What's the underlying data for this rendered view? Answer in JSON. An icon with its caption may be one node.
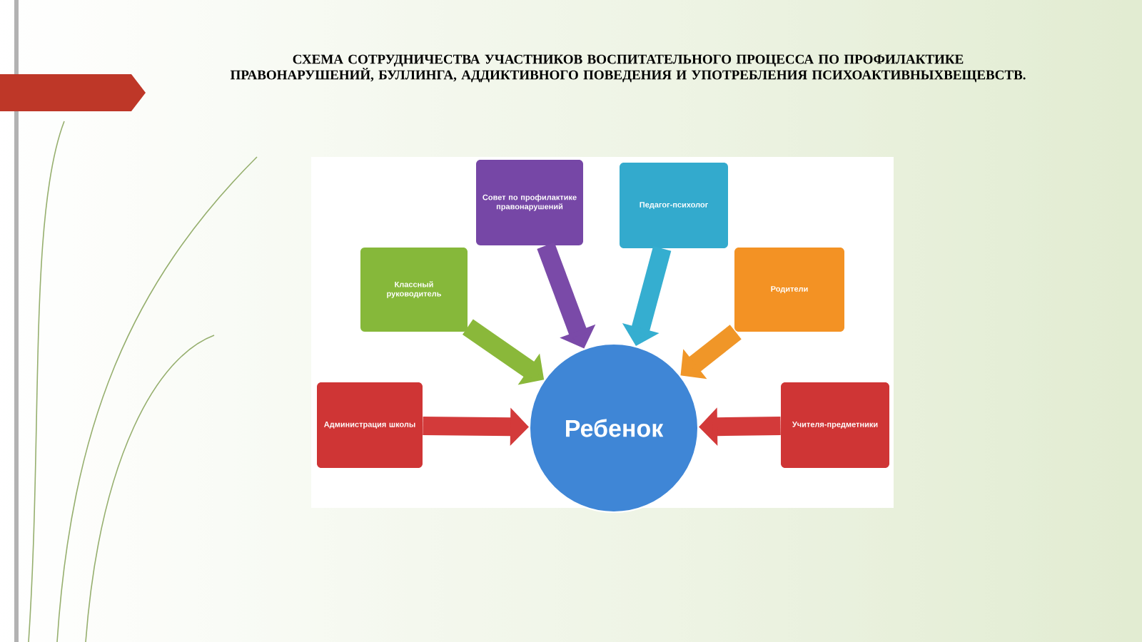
{
  "diagram": {
    "title": "СХЕМА СОТРУДНИЧЕСТВА УЧАСТНИКОВ ВОСПИТАТЕЛЬНОГО ПРОЦЕССА ПО ПРОФИЛАКТИКЕ ПРАВОНАРУШЕНИЙ, БУЛЛИНГА, АДДИКТИВНОГО ПОВЕДЕНИЯ И УПОТРЕБЛЕНИЯ ПСИХОАКТИВНЫХВЕЩЕВСТВ.",
    "nodes": [
      {
        "text": [
          "Ребенок"
        ]
      },
      {
        "text": [
          "Администрация школы"
        ]
      },
      {
        "text": [
          "Классный руководитель"
        ]
      },
      {
        "text": [
          "Совет по профилактике правонарушений"
        ]
      },
      {
        "text": [
          "Педагог-психолог"
        ]
      },
      {
        "text": [
          "Родители"
        ]
      },
      {
        "text": [
          "Учителя-предметники"
        ]
      }
    ],
    "edges": [
      {
        "from": 1,
        "to": 0,
        "arrow": "to",
        "color": "#d33a3a"
      },
      {
        "from": 2,
        "to": 0,
        "arrow": "to",
        "color": "#8ab83a"
      },
      {
        "from": 3,
        "to": 0,
        "arrow": "to",
        "color": "#7a4aa8"
      },
      {
        "from": 4,
        "to": 0,
        "arrow": "to",
        "color": "#35aed0"
      },
      {
        "from": 5,
        "to": 0,
        "arrow": "to",
        "color": "#f09628"
      },
      {
        "from": 6,
        "to": 0,
        "arrow": "to",
        "color": "#d33a3a"
      }
    ]
  }
}
